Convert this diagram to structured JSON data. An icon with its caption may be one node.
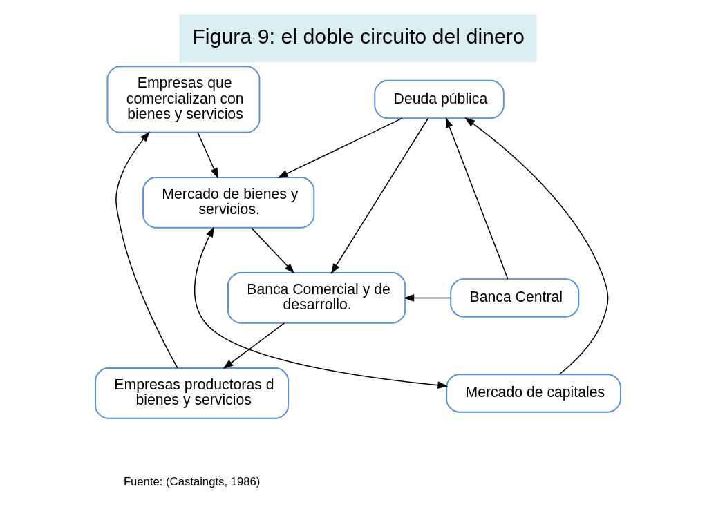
{
  "diagram": {
    "title": "Figura 9: el doble circuito del dinero",
    "nodes": [
      {
        "text": [
          "Empresas que comercializan con bienes y servicios"
        ]
      },
      {
        "text": [
          "Deuda pública"
        ]
      },
      {
        "text": [
          "Mercado de bienes y servicios."
        ]
      },
      {
        "text": [
          "Empresas productoras d bienes y servicios"
        ]
      },
      {
        "text": [
          "Mercado de capitales"
        ]
      },
      {
        "text": [
          "Banca Comercial y de desarrollo."
        ]
      },
      {
        "text": [
          "Banca Central"
        ]
      }
    ],
    "edges": [
      {
        "from": 0,
        "to": 2,
        "arrow": "to"
      },
      {
        "from": 1,
        "to": 2,
        "arrow": "to"
      },
      {
        "from": 2,
        "to": 4,
        "arrow": "both"
      },
      {
        "from": 4,
        "to": 1,
        "arrow": "to"
      },
      {
        "from": 6,
        "to": 1,
        "arrow": "to"
      },
      {
        "from": 2,
        "to": 5,
        "arrow": "to"
      },
      {
        "from": 5,
        "to": 3,
        "arrow": "to"
      },
      {
        "from": 3,
        "to": 0,
        "arrow": "to"
      },
      {
        "from": 6,
        "to": 5,
        "arrow": "to"
      },
      {
        "from": 1,
        "to": 5,
        "arrow": "to"
      }
    ],
    "labels": [
      "Fuente: (Castaingts, 1986)"
    ]
  }
}
